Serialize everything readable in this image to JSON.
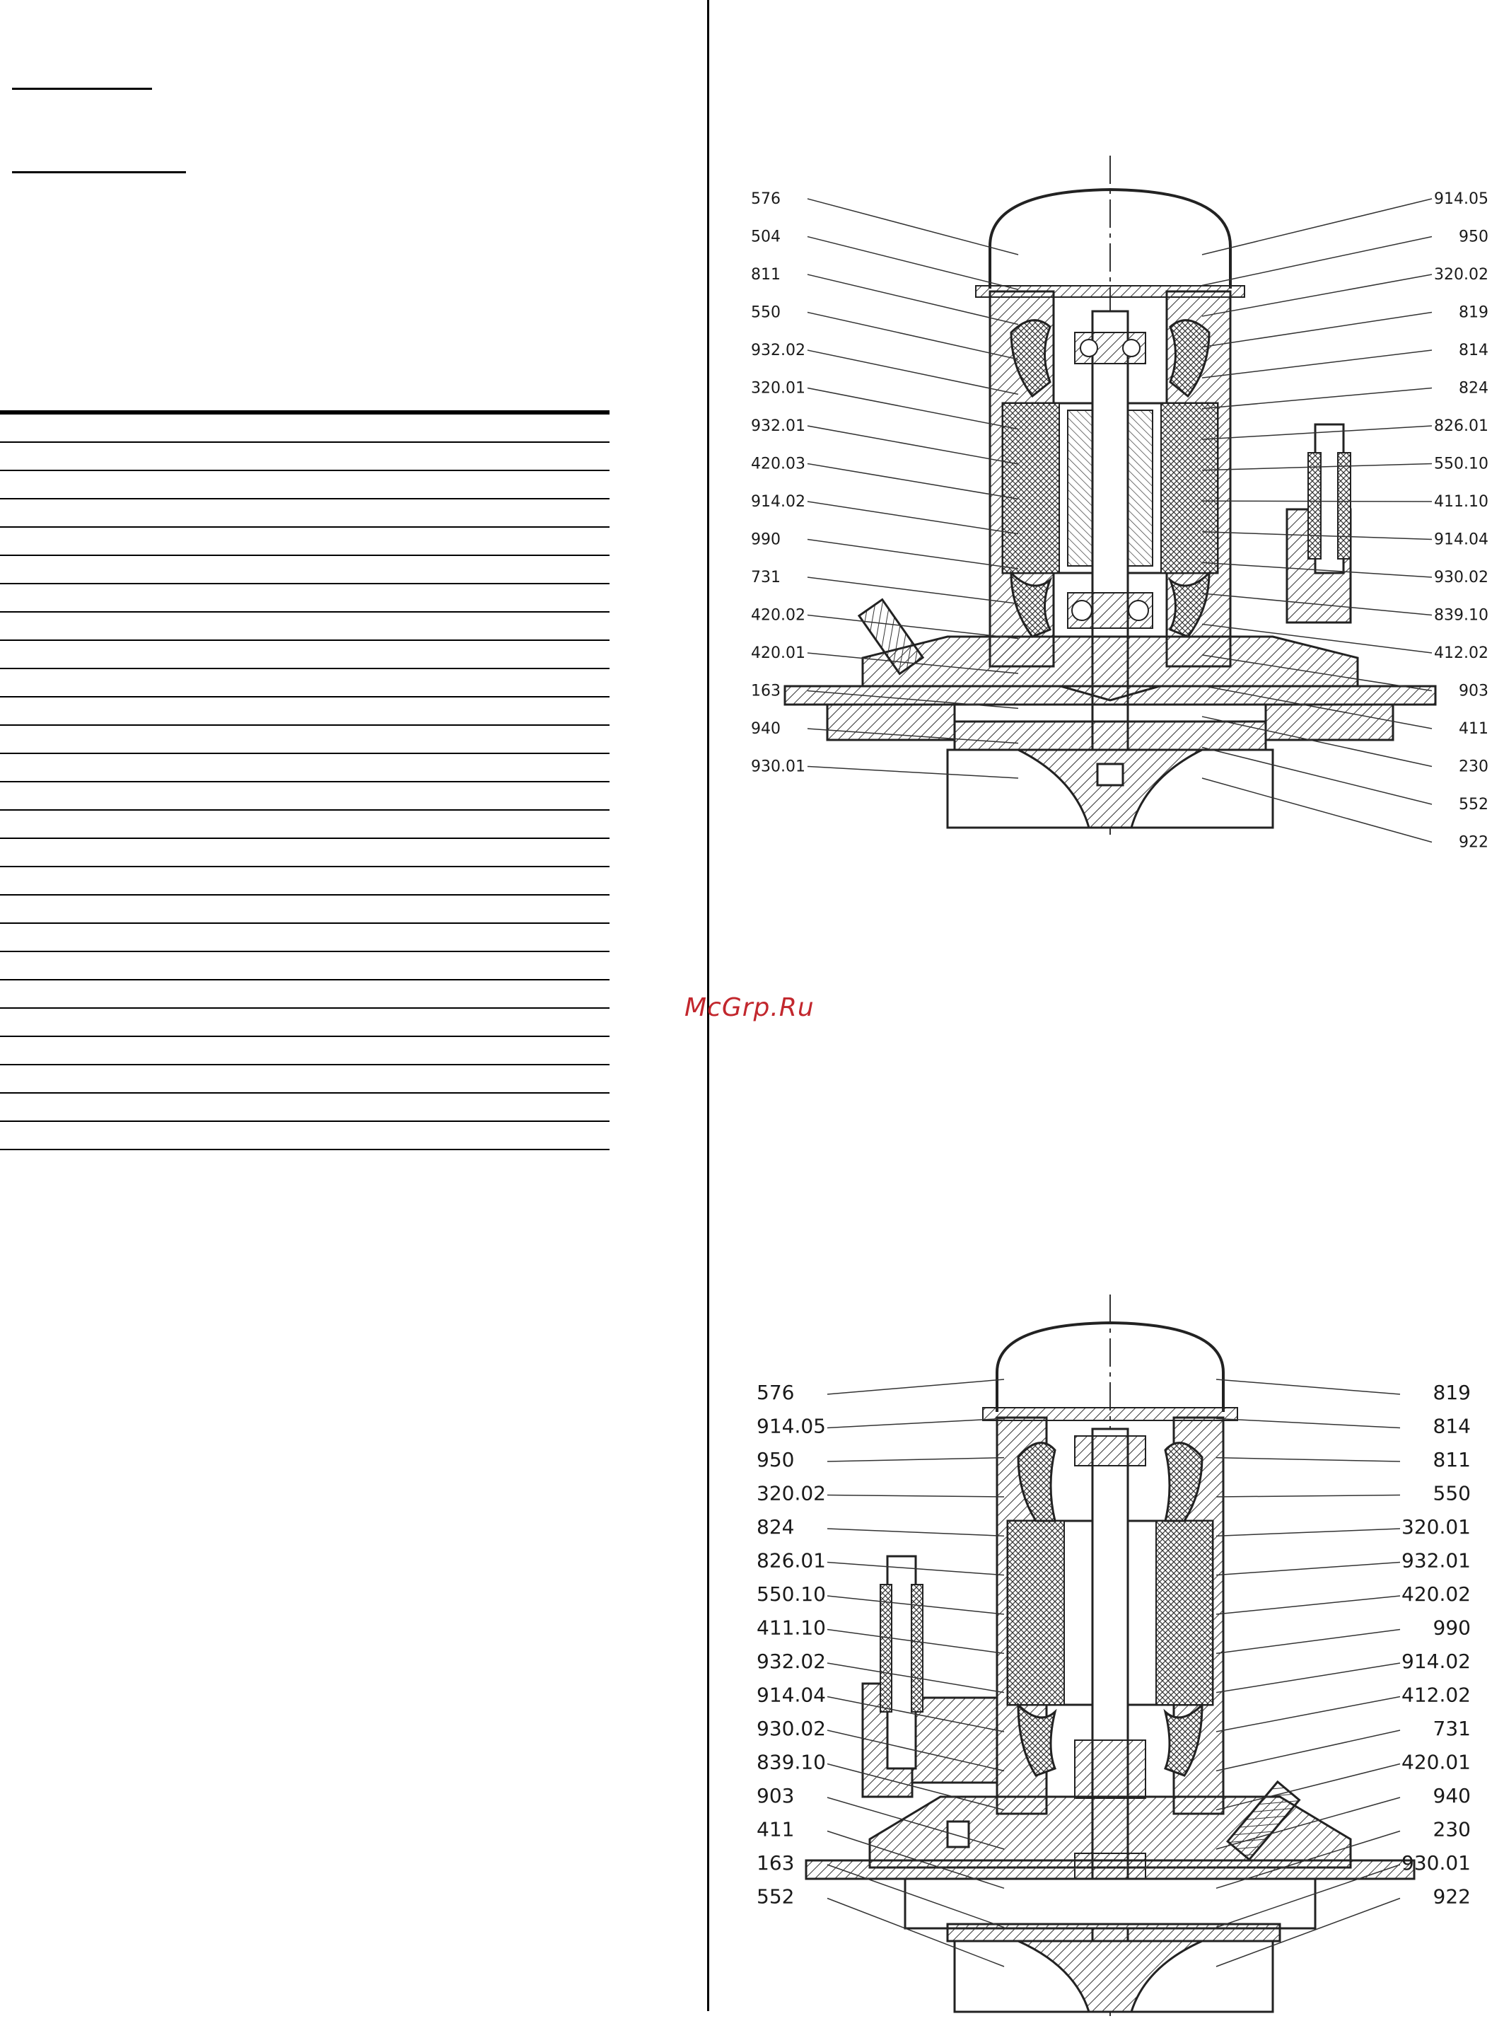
{
  "watermark": "McGrp.Ru",
  "drawing_top": {
    "labels_left": [
      "576",
      "504",
      "811",
      "550",
      "932.02",
      "320.01",
      "932.01",
      "420.03",
      "914.02",
      "990",
      "731",
      "420.02",
      "420.01",
      "163",
      "940",
      "930.01"
    ],
    "labels_right": [
      "914.05",
      "950",
      "320.02",
      "819",
      "814",
      "824",
      "826.01",
      "550.10",
      "411.10",
      "914.04",
      "930.02",
      "839.10",
      "412.02",
      "903",
      "411",
      "230",
      "552",
      "922"
    ]
  },
  "drawing_bottom": {
    "labels_left": [
      "576",
      "914.05",
      "950",
      "320.02",
      "824",
      "826.01",
      "550.10",
      "411.10",
      "932.02",
      "914.04",
      "930.02",
      "839.10",
      "903",
      "411",
      "163",
      "552"
    ],
    "labels_right": [
      "819",
      "814",
      "811",
      "550",
      "320.01",
      "932.01",
      "420.02",
      "990",
      "914.02",
      "412.02",
      "731",
      "420.01",
      "940",
      "230",
      "930.01",
      "922"
    ]
  }
}
